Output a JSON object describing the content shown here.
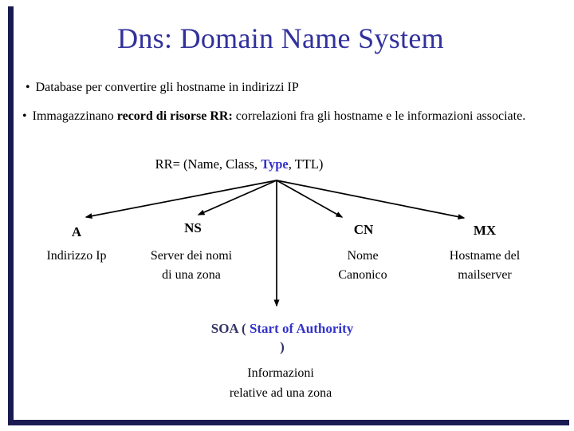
{
  "slide_title": "Dns: Domain Name System",
  "bullets": [
    {
      "marker": "•",
      "segments": [
        {
          "text": "Database per convertire gli hostname in indirizzi IP",
          "bold": false
        }
      ]
    },
    {
      "marker": "•",
      "segments": [
        {
          "text": "Immagazzinano ",
          "bold": false
        },
        {
          "text": "record di risorse RR:",
          "bold": true
        },
        {
          "text": " correlazioni fra gli hostname e le informazioni associate.",
          "bold": false
        }
      ]
    }
  ],
  "rr_formula": {
    "prefix": "RR= (Name, Class, ",
    "highlight": "Type",
    "suffix": ", TTL)"
  },
  "record_types": [
    {
      "code": "A",
      "description": "Indirizzo Ip"
    },
    {
      "code": "NS",
      "description": "Server dei nomi di una zona"
    },
    {
      "code": "CN",
      "description": "Nome Canonico"
    },
    {
      "code": "MX",
      "description": "Hostname del mailserver"
    }
  ],
  "soa": {
    "code": "SOA",
    "paren_open": " ( ",
    "expansion": "Start of Authority",
    "paren_close": " )",
    "description": "Informazioni relative ad una zona"
  },
  "colors": {
    "title_blue": "#31319c",
    "highlight_blue": "#3333cc",
    "soa_dark_blue": "#333366",
    "border_navy": "#1a1a52",
    "text_black": "#000000"
  }
}
